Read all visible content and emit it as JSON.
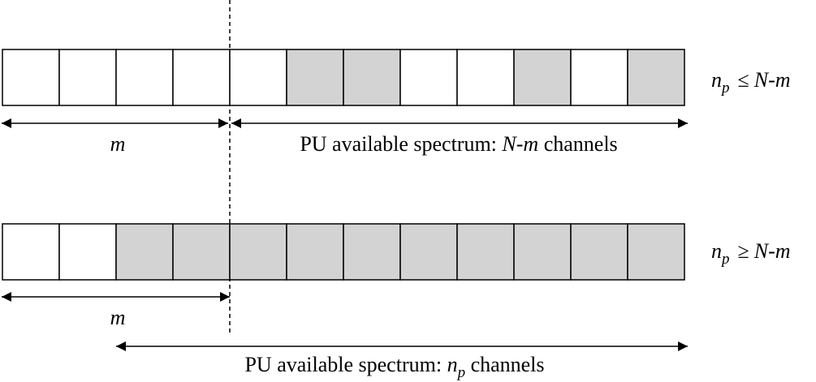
{
  "colors": {
    "free": "#ffffff",
    "occupied": "#d3d3d3",
    "stroke": "#000000"
  },
  "rows": [
    {
      "id": "top",
      "cells": [
        "free",
        "free",
        "free",
        "free",
        "free",
        "occupied",
        "occupied",
        "free",
        "free",
        "occupied",
        "free",
        "occupied"
      ],
      "condition": {
        "var": "n",
        "sub": "p",
        "op": "≤",
        "rhs": "N-m"
      },
      "m_label": "m",
      "spectrum_label": {
        "prefix": "PU available spectrum: ",
        "emph": "N-m",
        "suffix": " channels"
      }
    },
    {
      "id": "bottom",
      "cells": [
        "free",
        "free",
        "occupied",
        "occupied",
        "occupied",
        "occupied",
        "occupied",
        "occupied",
        "occupied",
        "occupied",
        "occupied",
        "occupied"
      ],
      "condition": {
        "var": "n",
        "sub": "p",
        "op": "≥",
        "rhs": "N-m"
      },
      "m_label": "m",
      "spectrum_label": {
        "prefix": "PU available spectrum: ",
        "var": "n",
        "sub": "p",
        "suffix": " channels"
      }
    }
  ]
}
